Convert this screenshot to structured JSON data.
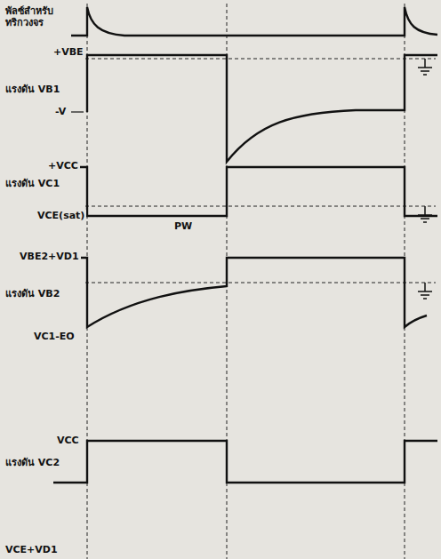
{
  "diagram": {
    "labels": [
      "พัลซ์สำหรับ ทริกวงจร",
      "+VBE",
      "แรงดัน VB1",
      "-V",
      "+VCC",
      "แรงดัน VC1",
      "VCE(sat)",
      "PW",
      "VBE2+VD1",
      "แรงดัน VB2",
      "VC1-EO",
      "VCC",
      "แรงดัน VC2",
      "VCE+VD1"
    ]
  }
}
